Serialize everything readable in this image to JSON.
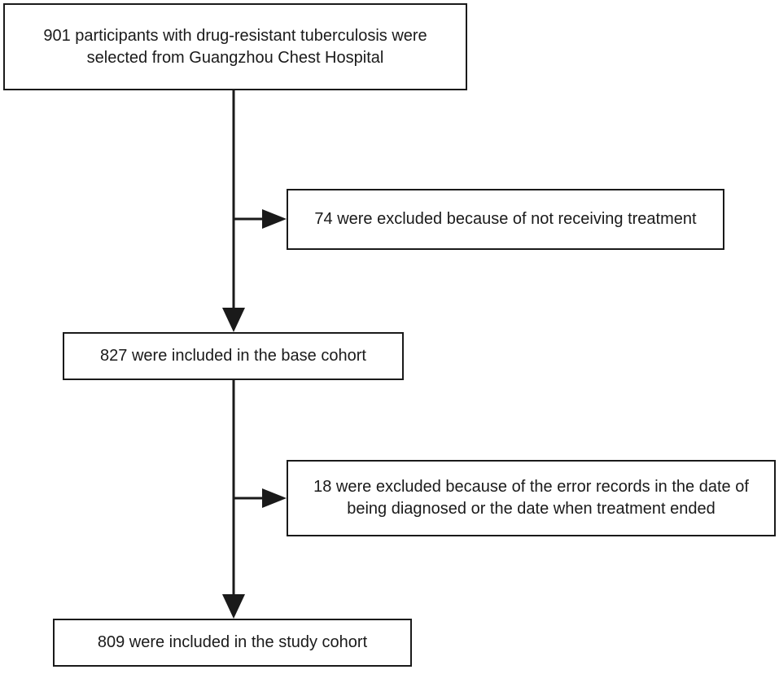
{
  "diagram": {
    "start": {
      "line1": "901 participants with drug-resistant tuberculosis were",
      "line2": "selected from Guangzhou Chest Hospital"
    },
    "exclusion_1": {
      "text": "74 were excluded because of not receiving treatment"
    },
    "base_cohort": {
      "text": "827 were included in the base cohort"
    },
    "exclusion_2": {
      "line1": "18 were excluded because of the error records in the date of",
      "line2": "being diagnosed or the date when treatment ended"
    },
    "study_cohort": {
      "text": "809 were included in the study cohort"
    },
    "colors": {
      "stroke": "#1a1a1a",
      "background": "#ffffff"
    }
  }
}
